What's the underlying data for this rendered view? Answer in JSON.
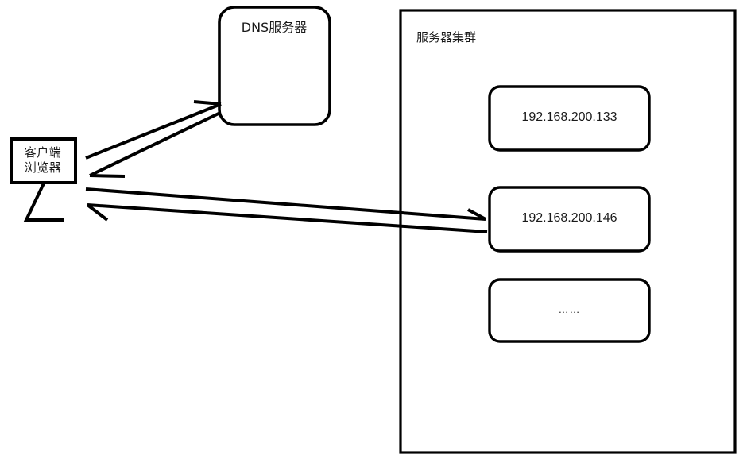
{
  "diagram": {
    "title": "DNS load balancing diagram",
    "stroke_color": "#000000",
    "fill_color": "#ffffff",
    "text_color": "#1a1a1a",
    "client": {
      "name": "client-browser-node",
      "line1": "客户端",
      "line2": "浏览器"
    },
    "dns": {
      "name": "dns-server-node",
      "label": "DNS服务器"
    },
    "cluster": {
      "name": "server-cluster-group",
      "label": "服务器集群",
      "servers": [
        {
          "label": "192.168.200.133"
        },
        {
          "label": "192.168.200.146"
        },
        {
          "label": "……"
        }
      ]
    },
    "connections": [
      {
        "name": "client-to-dns-request",
        "from": "client",
        "to": "dns",
        "direction": "forward"
      },
      {
        "name": "dns-to-client-response",
        "from": "dns",
        "to": "client",
        "direction": "backward"
      },
      {
        "name": "client-to-server-request",
        "from": "client",
        "to": "server-146",
        "direction": "forward"
      },
      {
        "name": "server-to-client-response",
        "from": "server-146",
        "to": "client",
        "direction": "backward"
      }
    ]
  }
}
